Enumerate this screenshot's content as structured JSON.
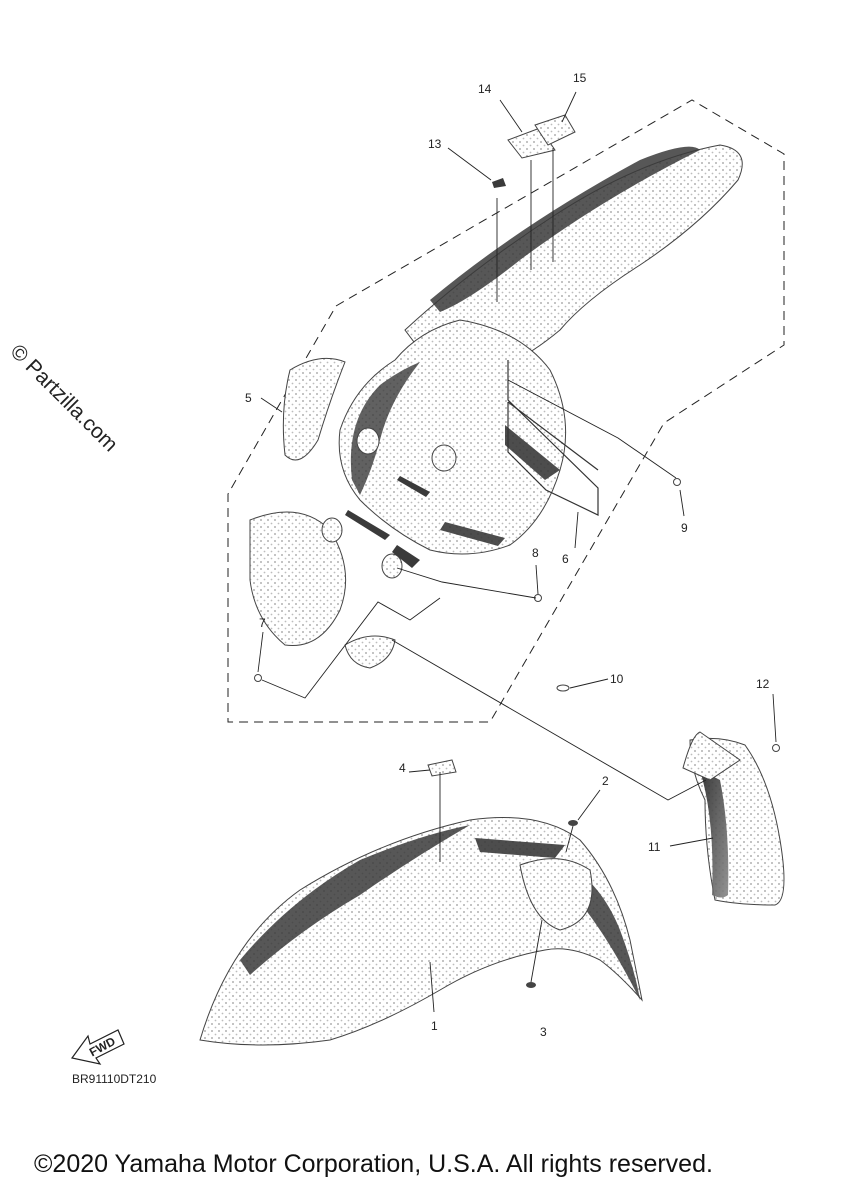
{
  "watermark": "© Partzilla.com",
  "diagram_code": "BR91110DT210",
  "copyright": "©2020 Yamaha Motor Corporation, U.S.A. All rights reserved.",
  "fwd_label": "FWD",
  "callouts": [
    "1",
    "2",
    "3",
    "4",
    "5",
    "6",
    "7",
    "8",
    "9",
    "10",
    "11",
    "12",
    "13",
    "14",
    "15"
  ]
}
